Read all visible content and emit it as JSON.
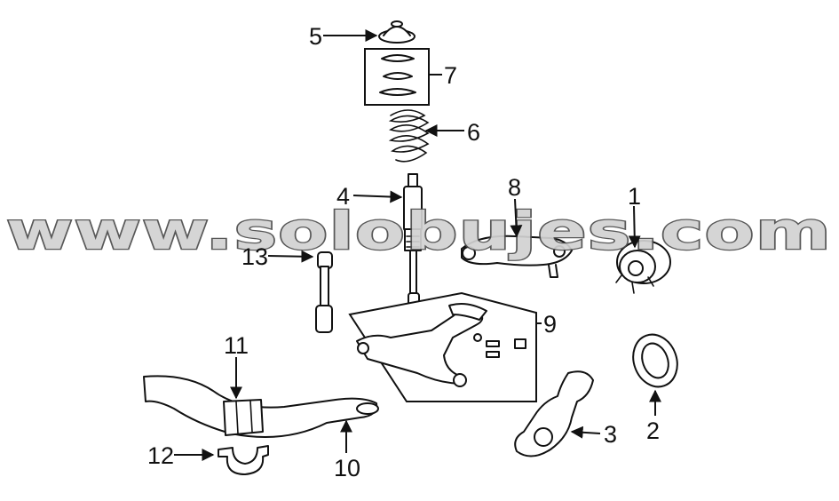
{
  "watermark": "www.solobujes.com",
  "callouts": {
    "c1": "1",
    "c2": "2",
    "c3": "3",
    "c4": "4",
    "c5": "5",
    "c6": "6",
    "c7": "7",
    "c8": "8",
    "c9": "9",
    "c10": "10",
    "c11": "11",
    "c12": "12",
    "c13": "13"
  },
  "colors": {
    "line": "#111111",
    "watermark_fill": "#d2d2d2",
    "watermark_stroke": "#4a4a4a"
  }
}
